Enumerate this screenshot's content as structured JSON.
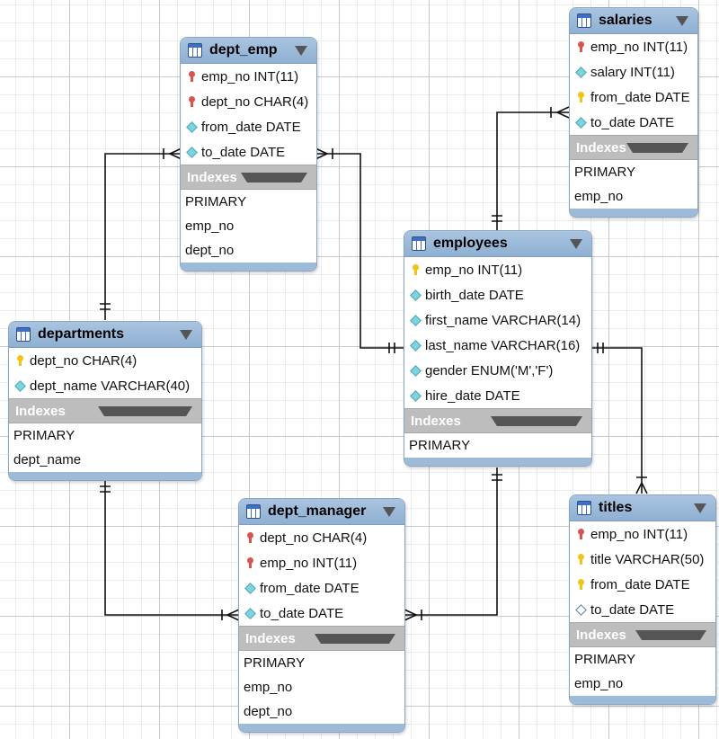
{
  "diagram": {
    "tables": {
      "dept_emp": {
        "name": "dept_emp",
        "columns": [
          {
            "text": "emp_no INT(11)",
            "icon": "primary-foreign-key-icon"
          },
          {
            "text": "dept_no CHAR(4)",
            "icon": "primary-foreign-key-icon"
          },
          {
            "text": "from_date DATE",
            "icon": "column-diamond-icon"
          },
          {
            "text": "to_date DATE",
            "icon": "column-diamond-icon"
          }
        ],
        "indexes_label": "Indexes",
        "indexes": [
          "PRIMARY",
          "emp_no",
          "dept_no"
        ]
      },
      "salaries": {
        "name": "salaries",
        "columns": [
          {
            "text": "emp_no INT(11)",
            "icon": "primary-foreign-key-icon"
          },
          {
            "text": "salary INT(11)",
            "icon": "column-diamond-icon"
          },
          {
            "text": "from_date DATE",
            "icon": "primary-key-icon"
          },
          {
            "text": "to_date DATE",
            "icon": "column-diamond-icon"
          }
        ],
        "indexes_label": "Indexes",
        "indexes": [
          "PRIMARY",
          "emp_no"
        ]
      },
      "employees": {
        "name": "employees",
        "columns": [
          {
            "text": "emp_no INT(11)",
            "icon": "primary-key-icon"
          },
          {
            "text": "birth_date DATE",
            "icon": "column-diamond-icon"
          },
          {
            "text": "first_name VARCHAR(14)",
            "icon": "column-diamond-icon"
          },
          {
            "text": "last_name VARCHAR(16)",
            "icon": "column-diamond-icon"
          },
          {
            "text": "gender ENUM('M','F')",
            "icon": "column-diamond-icon"
          },
          {
            "text": "hire_date DATE",
            "icon": "column-diamond-icon"
          }
        ],
        "indexes_label": "Indexes",
        "indexes": [
          "PRIMARY"
        ]
      },
      "departments": {
        "name": "departments",
        "columns": [
          {
            "text": "dept_no CHAR(4)",
            "icon": "primary-key-icon"
          },
          {
            "text": "dept_name VARCHAR(40)",
            "icon": "column-diamond-icon"
          }
        ],
        "indexes_label": "Indexes",
        "indexes": [
          "PRIMARY",
          "dept_name"
        ]
      },
      "dept_manager": {
        "name": "dept_manager",
        "columns": [
          {
            "text": "dept_no CHAR(4)",
            "icon": "primary-foreign-key-icon"
          },
          {
            "text": "emp_no INT(11)",
            "icon": "primary-foreign-key-icon"
          },
          {
            "text": "from_date DATE",
            "icon": "column-diamond-icon"
          },
          {
            "text": "to_date DATE",
            "icon": "column-diamond-icon"
          }
        ],
        "indexes_label": "Indexes",
        "indexes": [
          "PRIMARY",
          "emp_no",
          "dept_no"
        ]
      },
      "titles": {
        "name": "titles",
        "columns": [
          {
            "text": "emp_no INT(11)",
            "icon": "primary-foreign-key-icon"
          },
          {
            "text": "title VARCHAR(50)",
            "icon": "primary-key-icon"
          },
          {
            "text": "from_date DATE",
            "icon": "primary-key-icon"
          },
          {
            "text": "to_date DATE",
            "icon": "nullable-column-diamond-icon"
          }
        ],
        "indexes_label": "Indexes",
        "indexes": [
          "PRIMARY",
          "emp_no"
        ]
      }
    },
    "relationships": [
      {
        "from": "departments",
        "to": "dept_emp",
        "type": "one-to-many"
      },
      {
        "from": "employees",
        "to": "dept_emp",
        "type": "one-to-many"
      },
      {
        "from": "employees",
        "to": "salaries",
        "type": "one-to-many"
      },
      {
        "from": "employees",
        "to": "titles",
        "type": "one-to-many"
      },
      {
        "from": "departments",
        "to": "dept_manager",
        "type": "one-to-many"
      },
      {
        "from": "employees",
        "to": "dept_manager",
        "type": "one-to-many"
      }
    ]
  }
}
